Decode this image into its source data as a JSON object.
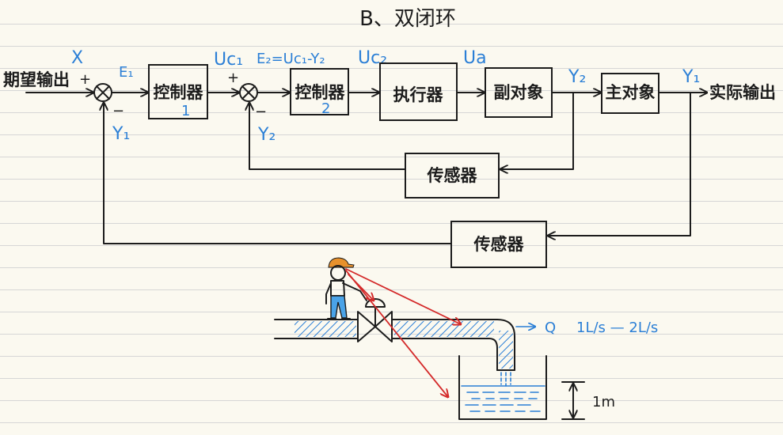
{
  "title": "B、双闭环",
  "input": {
    "label": "期望输出",
    "sign": "+",
    "symbol": "X"
  },
  "junction1": {
    "minus": "−",
    "feedback_symbol": "Y₁"
  },
  "error1": "E₁",
  "controller1": {
    "label": "控制器",
    "index": "1"
  },
  "controller1_output": "Uc₁",
  "junction2": {
    "plus": "+",
    "minus": "−",
    "feedback_symbol": "Y₂"
  },
  "error2": "E₂=Uc₁-Y₂",
  "controller2": {
    "label": "控制器",
    "index": "2"
  },
  "controller2_output": "Uc₂",
  "actuator": {
    "label": "执行器"
  },
  "actuator_output": "Ua",
  "secondary_plant": {
    "label": "副对象"
  },
  "secondary_output": "Y₂",
  "primary_plant": {
    "label": "主对象"
  },
  "primary_output": "Y₁",
  "output": {
    "label": "实际输出"
  },
  "inner_sensor": {
    "label": "传感器"
  },
  "outer_sensor": {
    "label": "传感器"
  },
  "illustration": {
    "flow_symbol": "Q",
    "flow_range": "1L/s — 2L/s",
    "tank_height": "1m"
  },
  "icons": {
    "person": "person-icon",
    "valve": "valve-icon",
    "pipe": "pipe-icon",
    "tank": "water-tank-icon"
  },
  "colors": {
    "ink": "#1c1c1c",
    "annotation_blue": "#2b7fd6",
    "arrow_red": "#d42a2a",
    "cap_orange": "#e8912c",
    "paper": "#fbf9f0",
    "rule_line": "#d6d6d6"
  }
}
